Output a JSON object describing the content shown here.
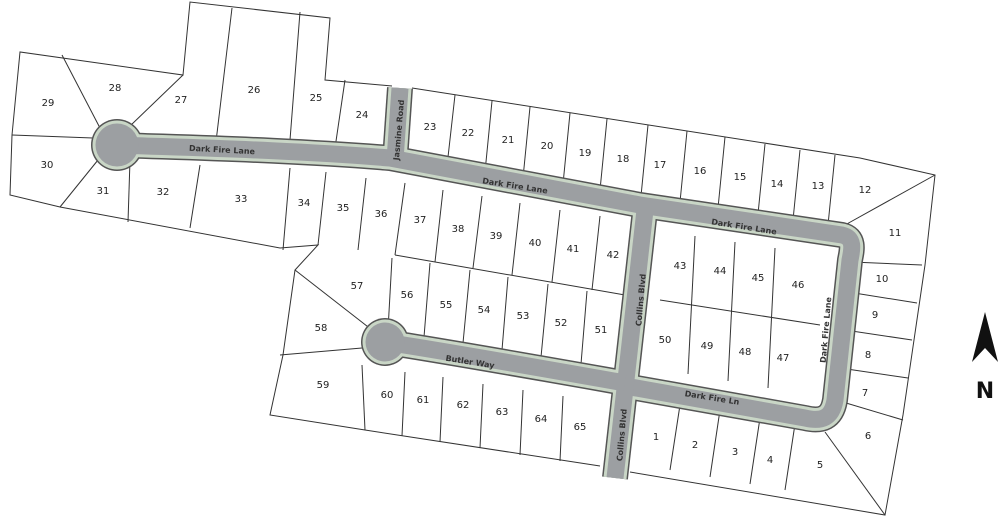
{
  "map": {
    "lots": [
      "1",
      "2",
      "3",
      "4",
      "5",
      "6",
      "7",
      "8",
      "9",
      "10",
      "11",
      "12",
      "13",
      "14",
      "15",
      "16",
      "17",
      "18",
      "19",
      "20",
      "21",
      "22",
      "23",
      "24",
      "25",
      "26",
      "27",
      "28",
      "29",
      "30",
      "31",
      "32",
      "33",
      "34",
      "35",
      "36",
      "37",
      "38",
      "39",
      "40",
      "41",
      "42",
      "43",
      "44",
      "45",
      "46",
      "47",
      "48",
      "49",
      "50",
      "51",
      "52",
      "53",
      "54",
      "55",
      "56",
      "57",
      "58",
      "59",
      "60",
      "61",
      "62",
      "63",
      "64",
      "65"
    ],
    "streets": [
      "Dark Fire Lane",
      "Jasmine Road",
      "Dark Fire Lane",
      "Dark Fire Lane",
      "Collins Blvd",
      "Dark Fire Lane",
      "Butler Way",
      "Dark Fire Ln",
      "Collins Blvd"
    ],
    "north_label": "N",
    "colors": {
      "road": "#9c9fa2",
      "road_edge": "#c9d6c6",
      "lot_line": "#333333"
    }
  }
}
